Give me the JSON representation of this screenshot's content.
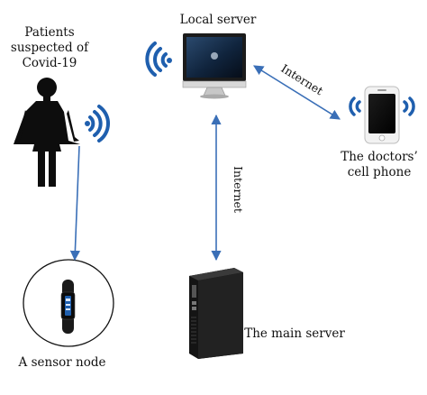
{
  "nodes": {
    "patients": {
      "label_lines": [
        "Patients",
        "suspected of",
        "Covid-19"
      ]
    },
    "local_server": {
      "label": "Local server"
    },
    "phone": {
      "label_lines": [
        "The doctors’",
        "cell phone"
      ]
    },
    "sensor": {
      "label": "A sensor node"
    },
    "main_server": {
      "label": "The main server"
    }
  },
  "edges": {
    "server_phone": {
      "label": "Internet"
    },
    "server_main": {
      "label": "Internet"
    }
  },
  "colors": {
    "arrow": "#3a6fb7",
    "wifi": "#1f5fae",
    "figure": "#0d0d0d"
  },
  "icons": [
    "person-icon",
    "monitor-icon",
    "smartphone-icon",
    "wristband-sensor-icon",
    "tower-server-icon",
    "wifi-icon"
  ]
}
